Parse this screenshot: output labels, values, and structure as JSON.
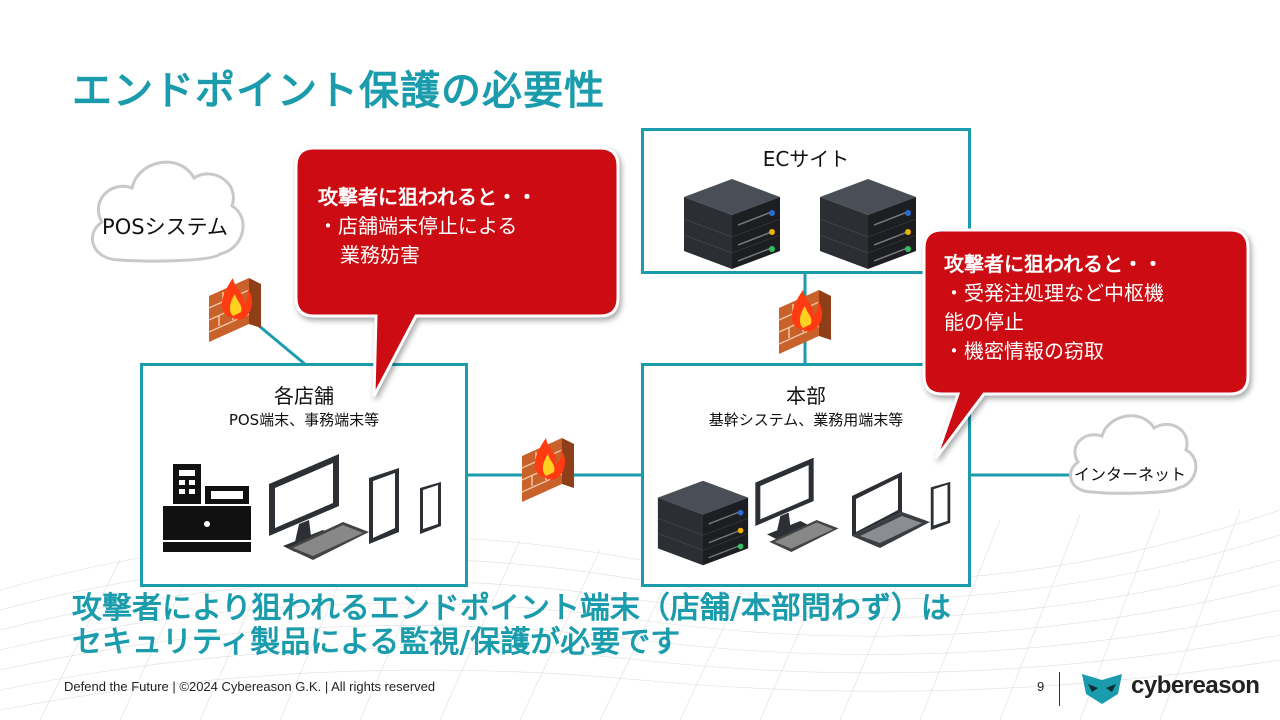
{
  "slide": {
    "title": "エンドポイント保護の必要性",
    "page_number": "9",
    "footer": "Defend the Future | ©2024 Cybereason G.K. | All rights reserved",
    "brand": "cybereason",
    "accent_color": "#1a9cac",
    "alert_color": "#cc0b12"
  },
  "clouds": {
    "pos_system": "POSシステム",
    "internet": "インターネット"
  },
  "ec_site": {
    "title": "ECサイト"
  },
  "store": {
    "title": "各店舗",
    "subtitle": "POS端末、事務端末等"
  },
  "hq": {
    "title": "本部",
    "subtitle": "基幹システム、業務用端末等"
  },
  "bubble_store": {
    "heading": "攻撃者に狙われると・・",
    "line1": "・店舗端末停止による",
    "line2": "業務妨害"
  },
  "bubble_hq": {
    "heading": "攻撃者に狙われると・・",
    "line1": "・受発注処理など中枢機",
    "line2": "能の停止",
    "line3": "・機密情報の窃取"
  },
  "message": {
    "line1": "攻撃者により狙われるエンドポイント端末（店舗/本部問わず）は",
    "line2": "セキュリティ製品による監視/保護が必要です"
  },
  "icons": [
    "cloud-icon",
    "firewall-icon",
    "server-icon",
    "cash-register-icon",
    "monitor-icon",
    "keyboard-icon",
    "tablet-icon",
    "smartphone-icon",
    "laptop-icon",
    "cybereason-logo-icon"
  ]
}
